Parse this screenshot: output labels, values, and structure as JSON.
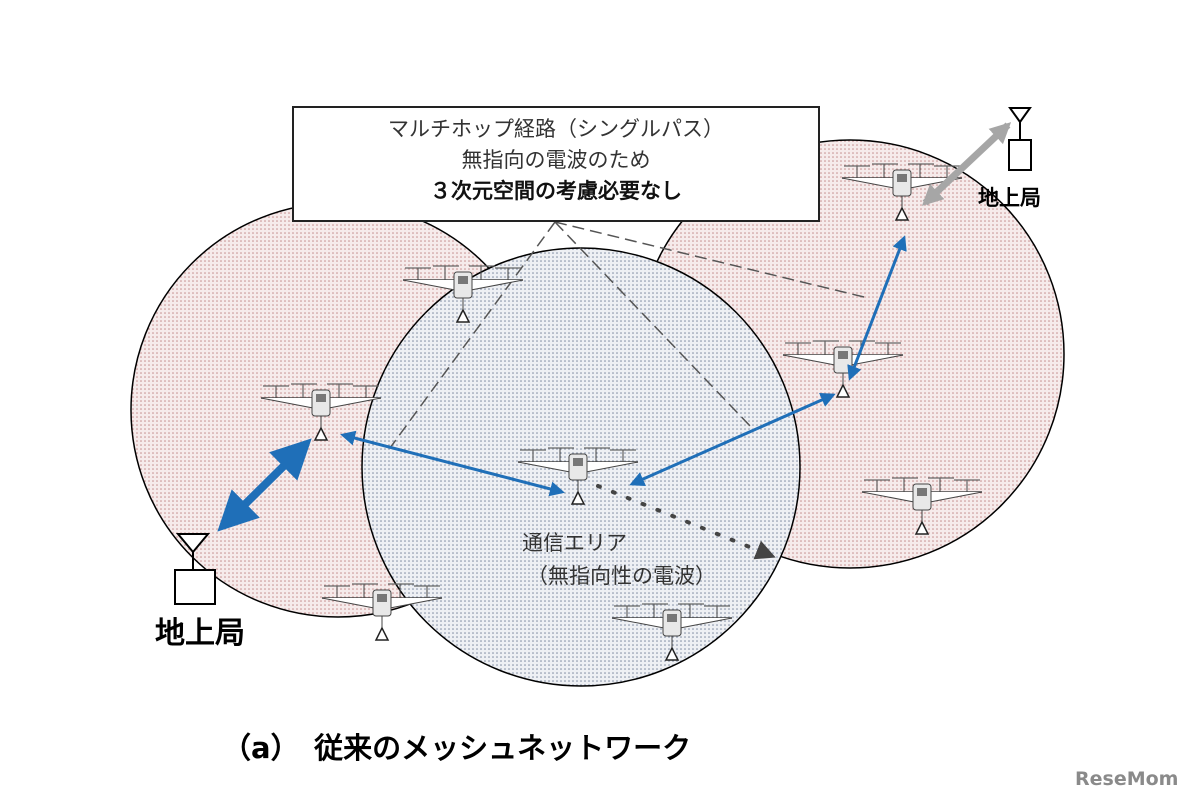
{
  "callout": {
    "line1": "マルチホップ経路（シングルパス）",
    "line2": "無指向の電波のため",
    "line3": "３次元空間の考慮必要なし"
  },
  "labels": {
    "ground_station_left": "地上局",
    "ground_station_right": "地上局",
    "area_line1": "通信エリア",
    "area_line2": "（無指向性の電波）"
  },
  "caption": "（a）　従来のメッシュネットワーク",
  "logo": "ReseMom",
  "colors": {
    "link": "#1f6fb8",
    "ground_link": "#a6a6a6",
    "area_left": "#f3dede",
    "area_center": "#e4e8ee"
  }
}
